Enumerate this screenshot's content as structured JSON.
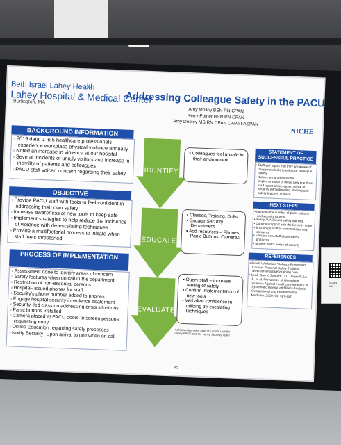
{
  "logo": {
    "line1": "Beth Israel Lahey Health",
    "line2": "Lahey Hospital & Medical Center",
    "line3": "Burlington, MA"
  },
  "poster_title": "Addressing Colleague Safety in the PACU",
  "authors": [
    "Amy Molloy BSN RN CPAN",
    "Kerry Poirier BSN RN CPAN",
    "Amy Dooley MS RN CPAN CAPA FASPAN"
  ],
  "badge": "NICHE",
  "background": {
    "header": "BACKGROUND INFORMATION",
    "items": [
      "2019 data: 1 in 5 healthcare professionals experience workplace physical violence annually",
      "Noted an increase in violence at our hospital",
      "Several incidents of unruly visitors and increase in incivility of patients and colleagues",
      "PACU staff voiced concern regarding their safety"
    ]
  },
  "objective": {
    "header": "OBJECTIVE",
    "items": [
      "Provide PACU staff with tools to feel confident in addressing their own safety",
      "Increase awareness of new tools to keep safe",
      "Implement strategies to help reduce the incidence of violence with de-escalating techniques",
      "Provide a multifactorial process to initiate when staff feels threatened"
    ]
  },
  "process": {
    "header": "PROCESS OF IMPLEMENTATION",
    "items": [
      "Assessment done to identify areas of concern",
      "Safety features when on call in the department",
      "Restriction of non-essential persons",
      "Hospital- issued phones for staff",
      "Security's phone number added to phones",
      "Engage hospital security in violence abatement",
      "Security- led class on addressing crisis situations",
      "Panic buttons installed",
      "Camera placed at PACU doors to screen persons requesting entry",
      "Online Education regarding safety processes",
      "Notify Security- Upon arrival to unit when on call"
    ]
  },
  "steps": [
    {
      "label": "IDENTIFY",
      "items": [
        "Colleagues feel unsafe in their environment"
      ]
    },
    {
      "label": "EDUCATE",
      "items": [
        "Classes, Training, Drills",
        "Engage Security Department",
        "Add resources – Phones, Panic Buttons, Cameras"
      ]
    },
    {
      "label": "EVALUATE",
      "items": [
        "Query staff – increase feeling of safety",
        "Confirm implementation of new tools",
        "Verbalize confidence in utilizing de-escalating techniques"
      ]
    }
  ],
  "success": {
    "header": "STATEMENT OF SUCCESSFUL PRACTICE",
    "items": [
      "Staff self report that they are aware of these new tools to enhance colleague safety",
      "Nurses are grateful for the implementation of these new practices",
      "Staff report an increased sense of security with education, training and safety features in place"
    ]
  },
  "next_steps": {
    "header": "NEXT STEPS",
    "items": [
      "Increase the number of panic buttons and security rounds",
      "Yearly AVADE and safety training",
      "Continue rapport with the Security team",
      "Encourage staff to communicate any concerns",
      "Educate new staff about safety protocols",
      "Monitor staff's sense of security"
    ]
  },
  "references": {
    "header": "REFERENCES",
    "items": [
      "Avade Workplace Violence Prevention Course, Personal Safety Training. www.personalsafetytraining.com",
      "Liu J, Gan Y, Jiang H, Li L, Dwyer R, Lu K, et al. Prevalence of Workplace Violence Against Healthcare Workers: A Systematic Review and Meta-Analysis. Occupational and Environmental Medicine. 2019; 76: 927-937"
    ]
  },
  "acknowledgement": "Acknowledgement: Staff of Clinical Unit 8N Lahey PACU and the Lahey Security Team",
  "qr_caption": "SCAN ME",
  "board_tag": "52",
  "colors": {
    "accent_blue": "#1f4fa8",
    "arrow_green": "#7cb342"
  }
}
